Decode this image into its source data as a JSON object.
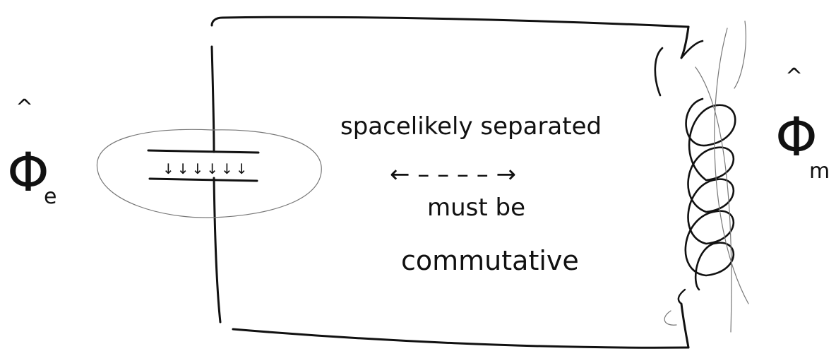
{
  "labels": {
    "phi_e_base": "Φ",
    "phi_e_hat": "^",
    "phi_e_sub": "e",
    "phi_m_base": "Φ",
    "phi_m_hat": "^",
    "phi_m_sub": "m",
    "relation_line1": "spacelikely separated",
    "arrow_text": "← – – – – →",
    "relation_line2": "must be",
    "relation_line3": "commutative",
    "field_arrows": "↓↓↓↓↓↓"
  }
}
